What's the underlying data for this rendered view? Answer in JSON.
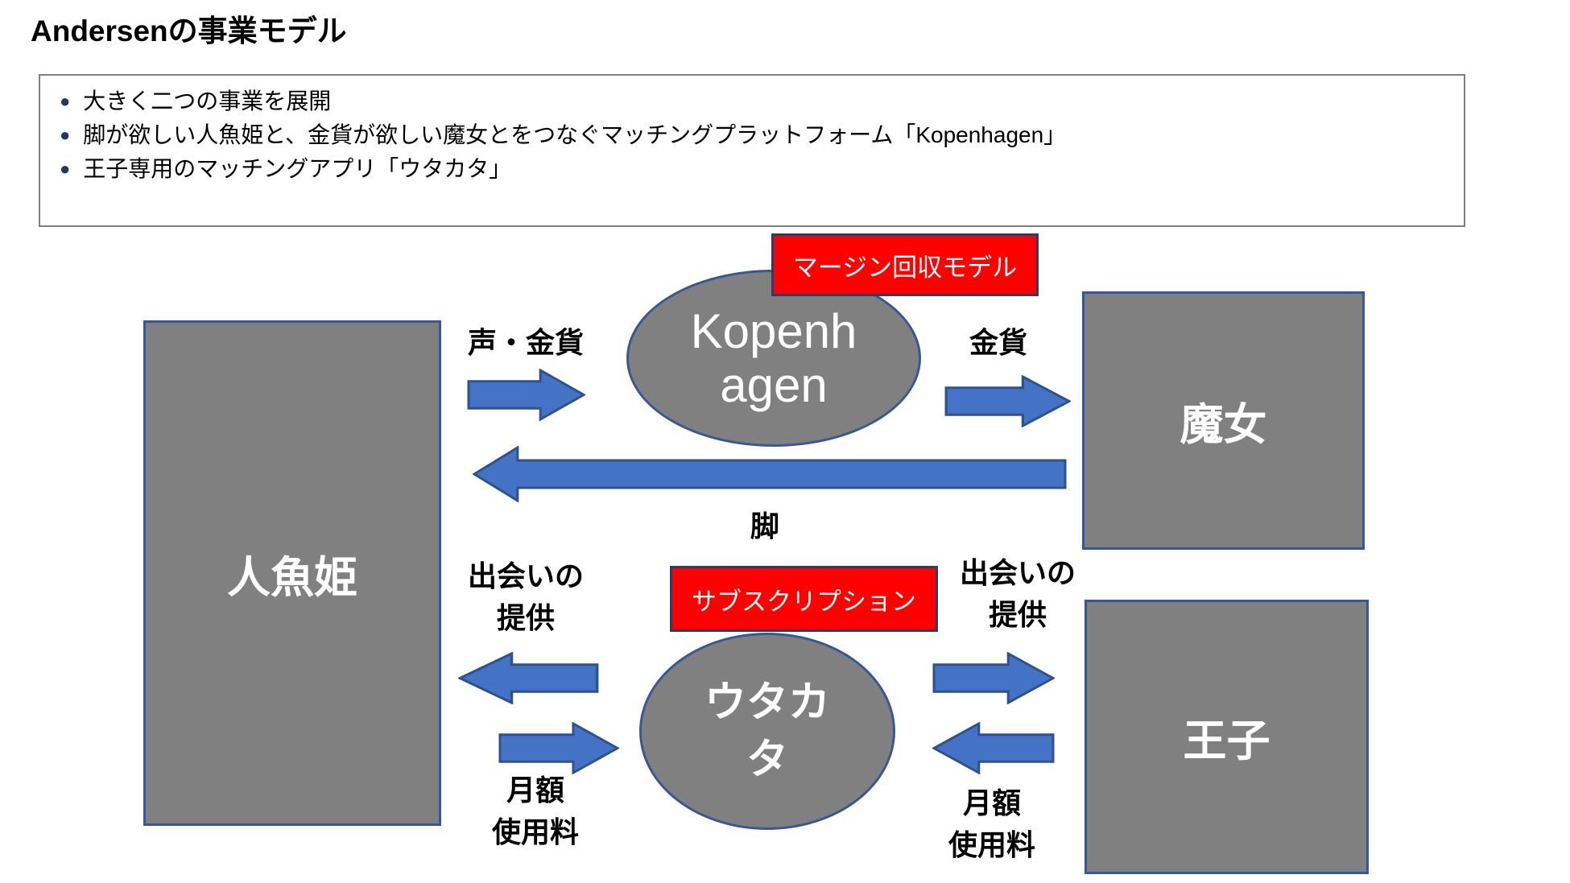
{
  "page": {
    "title": "Andersenの事業モデル"
  },
  "overview": {
    "bullet_glyph": "●",
    "items": [
      "大きく二つの事業を展開",
      "脚が欲しい人魚姫と、金貨が欲しい魔女とをつなぐマッチングプラットフォーム「Kopenhagen」",
      "王子専用のマッチングアプリ「ウタカタ」"
    ]
  },
  "diagram": {
    "entities": {
      "mermaid": "人魚姫",
      "witch": "魔女",
      "prince": "王子",
      "platform": "Kopenh\nagen",
      "app": "ウタカ\nタ"
    },
    "badges": {
      "margin_model": "マージン回収モデル",
      "subscription": "サブスクリプション"
    },
    "flow_labels": {
      "voice_gold": "声・金貨",
      "gold": "金貨",
      "legs": "脚",
      "meeting_left": "出会いの\n提供",
      "meeting_right": "出会いの\n提供",
      "monthly_left": "月額\n使用料",
      "monthly_right": "月額\n使用料"
    }
  },
  "colors": {
    "shape_gray": "#808080",
    "shape_border": "#3a5795",
    "arrow_fill": "#4472c4",
    "arrow_border": "#2f528f",
    "badge_red": "#ff0000",
    "badge_border": "#2e3d66",
    "bullet_navy": "#1f3864",
    "overview_border": "#7f7f7f"
  }
}
